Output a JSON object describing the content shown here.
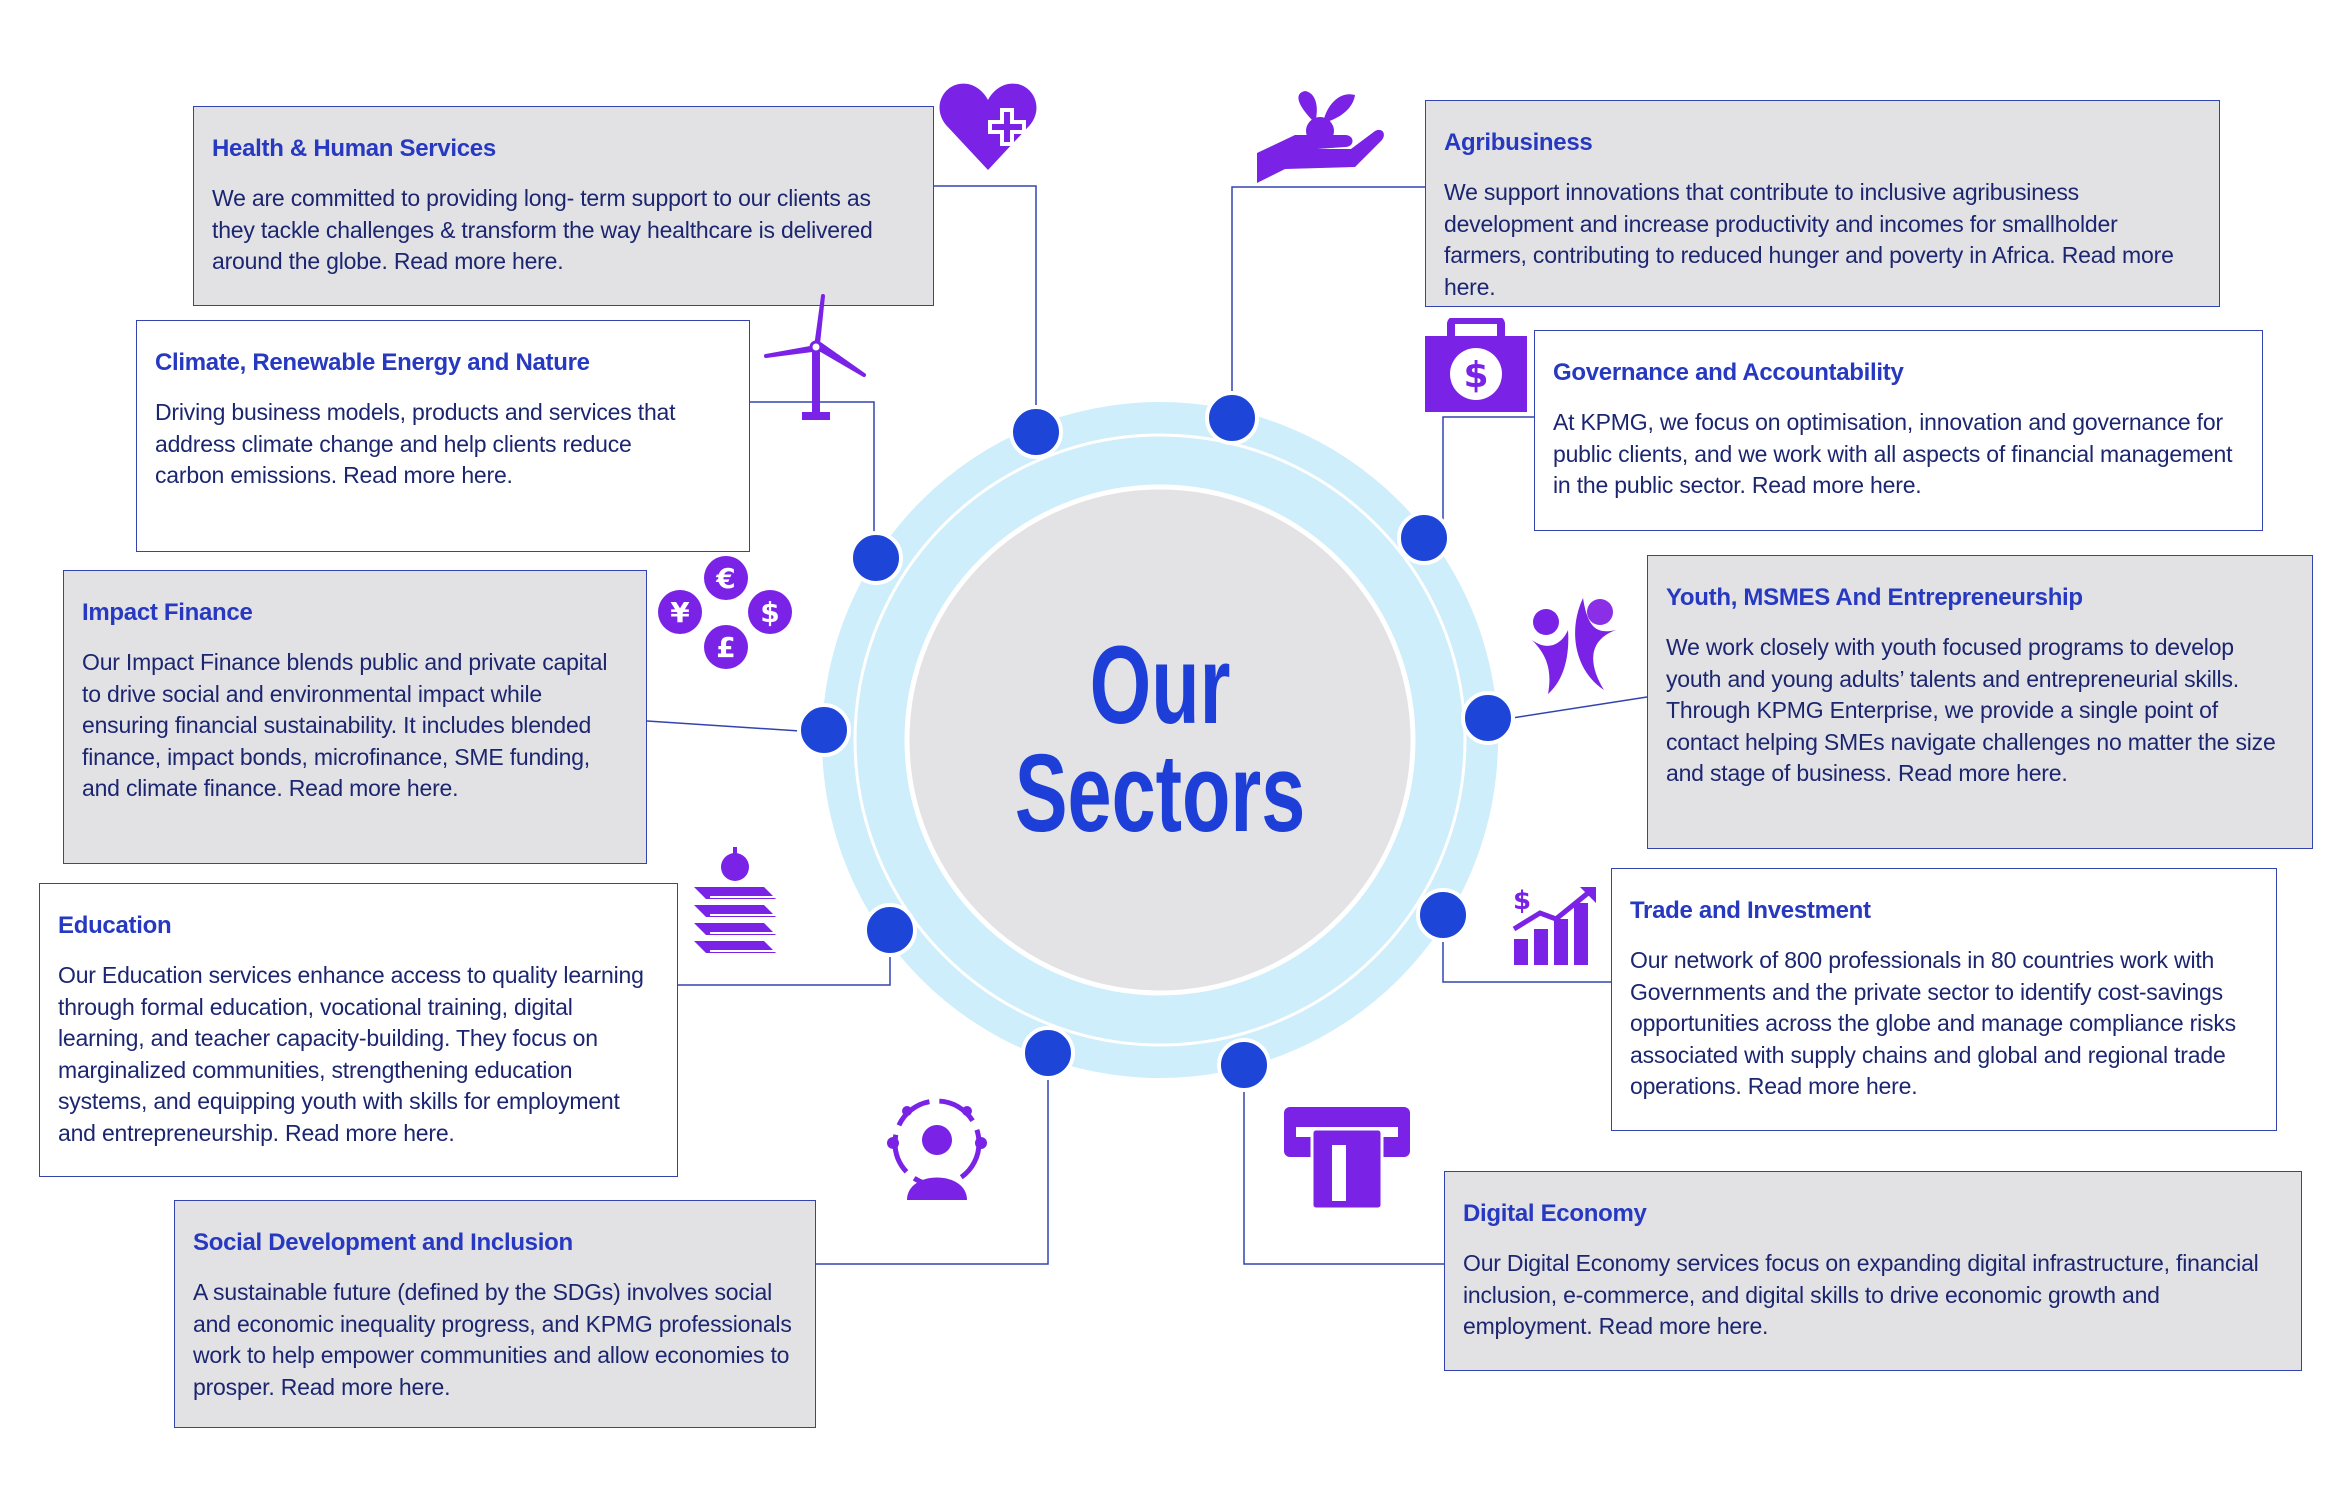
{
  "center_title": {
    "line1": "Our",
    "line2": "Sectors"
  },
  "colors": {
    "accent": "#2639c0",
    "icon": "#7a22e6",
    "dot": "#1d45d8",
    "ring": "#cdeefa",
    "inner": "#e3e3e6"
  },
  "sectors": [
    {
      "title": "Health & Human Services",
      "icon": "heart-plus-icon",
      "text": "We are committed to providing long- term support to our clients  as they tackle challenges & transform the way healthcare is  delivered around the globe. Read more here."
    },
    {
      "title": "Climate, Renewable Energy and Nature",
      "icon": "wind-turbine-icon",
      "text": "Driving business models, products and services that address climate change and help clients reduce carbon emissions. Read more here."
    },
    {
      "title": "Impact Finance",
      "icon": "currencies-icon",
      "text": "Our Impact Finance blends public and private capital to drive social and environmental impact while ensuring financial sustainability. It includes blended finance, impact bonds, microfinance, SME funding, and climate finance. Read more here."
    },
    {
      "title": "Education",
      "icon": "books-apple-icon",
      "text": "Our Education services enhance access to quality learning through formal education, vocational training, digital learning, and teacher capacity-building. They focus on marginalized communities, strengthening education systems, and equipping youth with skills for employment and entrepreneurship. Read more here."
    },
    {
      "title": "Social Development and Inclusion",
      "icon": "global-person-icon",
      "text": "A sustainable future (defined by the SDGs) involves social and economic inequality progress, and KPMG professionals work to help empower communities and allow economies to  prosper. Read more here."
    },
    {
      "title": "Agribusiness",
      "icon": "hand-plant-icon",
      "text": "We support innovations that contribute to inclusive agribusiness development and increase productivity and incomes for smallholder farmers, contributing to reduced hunger and poverty in Africa. Read more here."
    },
    {
      "title": "Governance and Accountability",
      "icon": "money-bag-icon",
      "text": "At KPMG, we focus on optimisation, innovation and governance for public clients, and we work with all aspects of financial management in the public sector. Read more here."
    },
    {
      "title": "Youth, MSMES And Entrepreneurship",
      "icon": "people-icon",
      "text": "We work closely with youth focused programs to develop youth and young adults’ talents and entrepreneurial skills. Through KPMG Enterprise, we provide a single point of contact helping SMEs navigate challenges no matter the size and stage of business. Read more here."
    },
    {
      "title": "Trade and Investment",
      "icon": "growth-chart-icon",
      "text": "Our network of 800 professionals in 80 countries work with Governments and the private sector to identify cost-savings opportunities across the globe and manage compliance risks associated with supply chains and global and regional trade operations. Read more here."
    },
    {
      "title": "Digital Economy",
      "icon": "atm-card-icon",
      "text": "Our Digital Economy services focus on expanding digital infrastructure, financial inclusion, e-commerce, and digital skills to drive economic growth and employment. Read more here."
    }
  ]
}
